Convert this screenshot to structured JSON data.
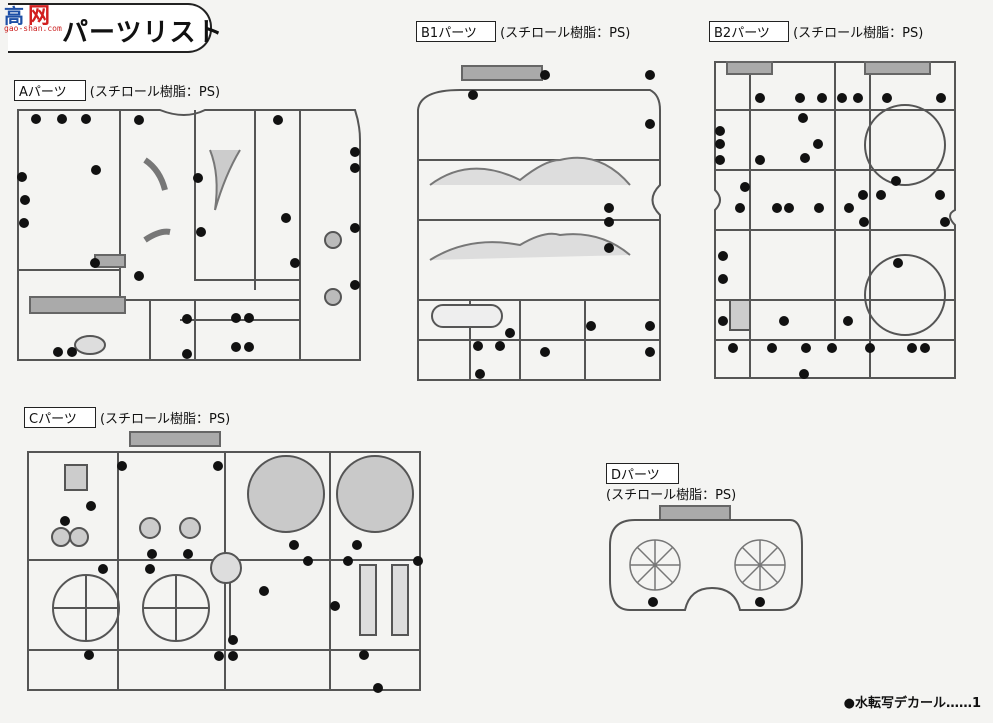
{
  "header": {
    "title": "パーツリスト",
    "logo_text_1": "高",
    "logo_text_2": "网",
    "logo_site": "gao-shan.com"
  },
  "parts": {
    "A": {
      "name": "Aパーツ",
      "material": "(スチロール樹脂：PS)"
    },
    "B1": {
      "name": "B1パーツ",
      "material": "(スチロール樹脂：PS)"
    },
    "B2": {
      "name": "B2パーツ",
      "material": "(スチロール樹脂：PS)"
    },
    "C": {
      "name": "Cパーツ",
      "material": "(スチロール樹脂：PS)"
    },
    "D": {
      "name": "Dパーツ",
      "material": "(スチロール樹脂：PS)"
    }
  },
  "footer": {
    "decal_label": "●水転写デカール……1"
  }
}
